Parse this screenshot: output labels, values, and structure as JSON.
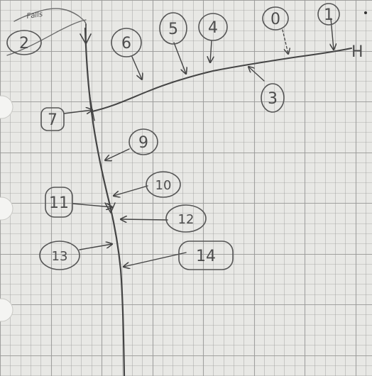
{
  "page": {
    "corner_text": "Falls",
    "end_letter": "H"
  },
  "callouts": {
    "c2": "2",
    "c6": "6",
    "c5": "5",
    "c4": "4",
    "c0": "0",
    "c1": "1",
    "c3": "3",
    "c7": "7",
    "c9": "9",
    "c10": "10",
    "c11": "11",
    "c12": "12",
    "c13": "13",
    "c14": "14"
  },
  "colors": {
    "paper": "#e8e8e5",
    "grid": "#9a9a98",
    "ink": "#444444"
  }
}
